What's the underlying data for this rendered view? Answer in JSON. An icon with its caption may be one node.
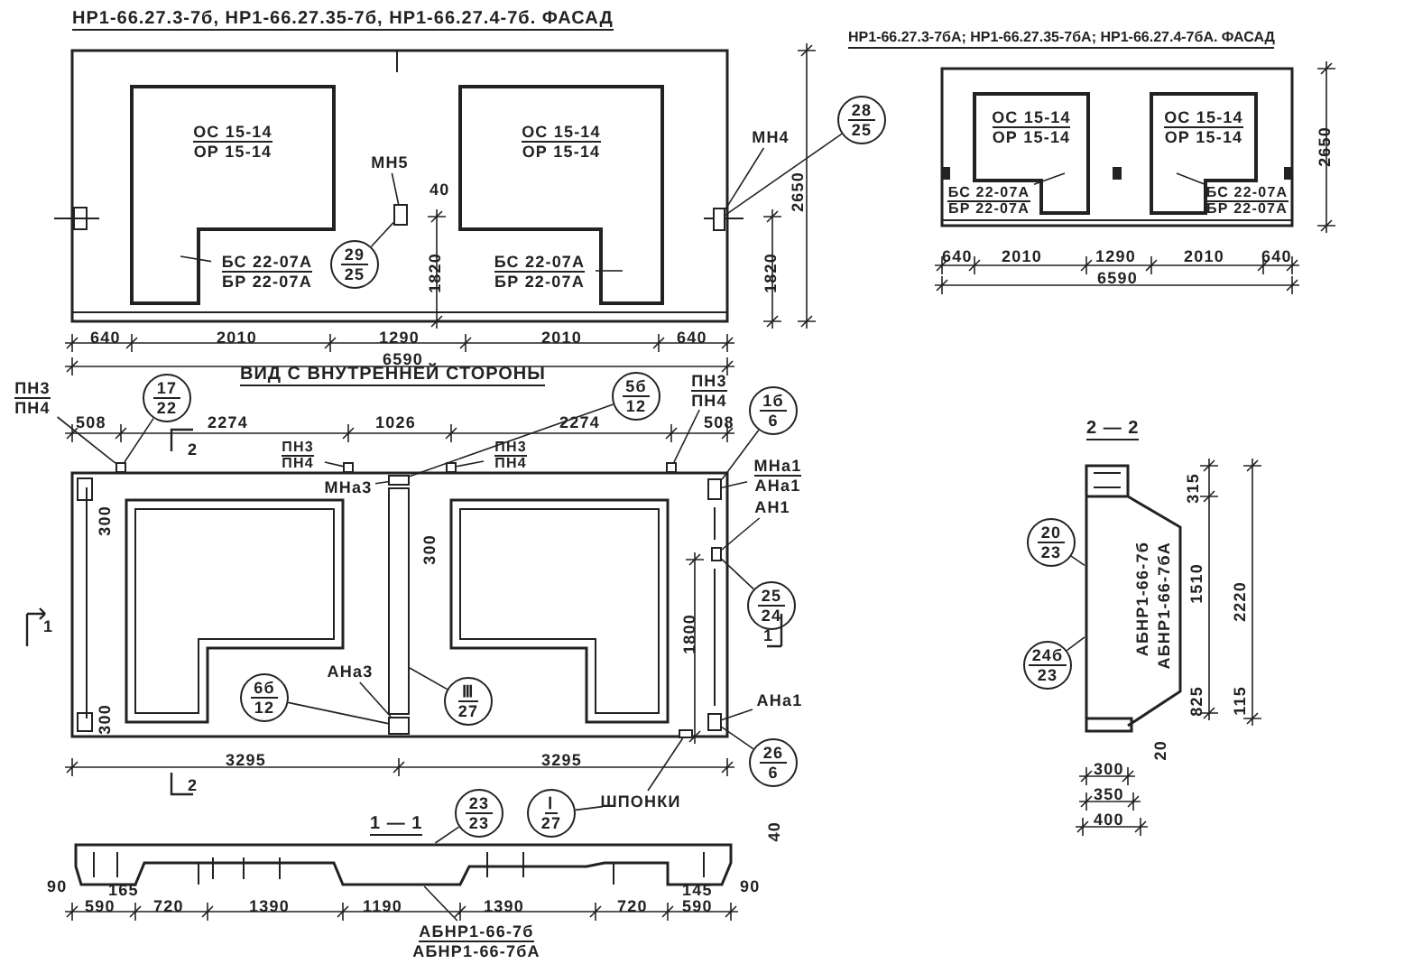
{
  "diagram": {
    "nodes": [
      {
        "text": [
          "ОС 15-14",
          "ОР 15-14"
        ]
      },
      {
        "text": [
          "ОС 15-14",
          "ОР 15-14"
        ]
      },
      {
        "text": [
          "БС 22-07А",
          "БР 22-07А"
        ]
      },
      {
        "text": [
          "БС 22-07А",
          "БР 22-07А"
        ]
      },
      {
        "text": [
          "МН5"
        ]
      },
      {
        "text": [
          "29",
          "25"
        ]
      },
      {
        "text": [
          "МН4"
        ]
      },
      {
        "text": [
          "28",
          "25"
        ]
      },
      {
        "text": [
          "ОС 15-14",
          "ОР 15-14"
        ]
      },
      {
        "text": [
          "ОС 15-14",
          "ОР 15-14"
        ]
      },
      {
        "text": [
          "БС 22-07А",
          "БР 22-07А"
        ]
      },
      {
        "text": [
          "БС 22-07А",
          "БР 22-07А"
        ]
      },
      {
        "text": [
          "ПН3",
          "ПН4"
        ]
      },
      {
        "text": [
          "17",
          "22"
        ]
      },
      {
        "text": [
          "5б",
          "12"
        ]
      },
      {
        "text": [
          "ПН3",
          "ПН4"
        ]
      },
      {
        "text": [
          "1б",
          "6"
        ]
      },
      {
        "text": [
          "ПН3",
          "ПН4"
        ]
      },
      {
        "text": [
          "ПН3",
          "ПН4"
        ]
      },
      {
        "text": [
          "МНа3"
        ]
      },
      {
        "text": [
          "МНа1",
          "АНа1"
        ]
      },
      {
        "text": [
          "АН1"
        ]
      },
      {
        "text": [
          "25",
          "24"
        ]
      },
      {
        "text": [
          "6б",
          "12"
        ]
      },
      {
        "text": [
          "АНа3"
        ]
      },
      {
        "text": [
          "Ⅲ",
          "27"
        ]
      },
      {
        "text": [
          "АНа1"
        ]
      },
      {
        "text": [
          "26",
          "6"
        ]
      },
      {
        "text": [
          "23",
          "23"
        ]
      },
      {
        "text": [
          "Ⅰ",
          "27"
        ]
      },
      {
        "text": [
          "ШПОНКИ"
        ]
      },
      {
        "text": [
          "АБНР1-66-7б",
          "АБНР1-66-7бА"
        ]
      },
      {
        "text": [
          "20",
          "23"
        ]
      },
      {
        "text": [
          "24б",
          "23"
        ]
      },
      {
        "text": [],
        "shape": "box"
      },
      {
        "text": [],
        "shape": "box"
      },
      {
        "text": [],
        "shape": "box"
      },
      {
        "text": [],
        "shape": "box"
      },
      {
        "text": [],
        "shape": "box"
      },
      {
        "text": [],
        "shape": "box"
      },
      {
        "text": [],
        "shape": "box"
      },
      {
        "text": [],
        "shape": "box"
      },
      {
        "text": [],
        "shape": "box"
      },
      {
        "text": [],
        "shape": "box"
      },
      {
        "text": [],
        "shape": "bar"
      },
      {
        "text": [],
        "shape": "box"
      },
      {
        "text": [],
        "shape": "bar"
      },
      {
        "text": [],
        "shape": "bar"
      },
      {
        "text": [],
        "shape": "box"
      }
    ],
    "edges": [
      {
        "from": 2,
        "to": 0,
        "arrow": "none"
      },
      {
        "from": 3,
        "to": 1,
        "arrow": "none"
      },
      {
        "from": 4,
        "to": 42,
        "arrow": "none"
      },
      {
        "from": 5,
        "to": 42,
        "arrow": "none"
      },
      {
        "from": 6,
        "to": 43,
        "arrow": "none"
      },
      {
        "from": 7,
        "to": 43,
        "arrow": "none"
      },
      {
        "from": 10,
        "to": 8,
        "arrow": "none"
      },
      {
        "from": 11,
        "to": 9,
        "arrow": "none"
      },
      {
        "from": 12,
        "to": 34,
        "arrow": "none"
      },
      {
        "from": 13,
        "to": 34,
        "arrow": "none"
      },
      {
        "from": 14,
        "to": 38,
        "arrow": "none"
      },
      {
        "from": 15,
        "to": 37,
        "arrow": "none"
      },
      {
        "from": 16,
        "to": 39,
        "arrow": "none"
      },
      {
        "from": 17,
        "to": 35,
        "arrow": "none"
      },
      {
        "from": 18,
        "to": 36,
        "arrow": "none"
      },
      {
        "from": 19,
        "to": 38,
        "arrow": "none"
      },
      {
        "from": 20,
        "to": 39,
        "arrow": "none"
      },
      {
        "from": 21,
        "to": 45,
        "arrow": "none"
      },
      {
        "from": 22,
        "to": 45,
        "arrow": "none"
      },
      {
        "from": 23,
        "to": 41,
        "arrow": "none"
      },
      {
        "from": 24,
        "to": 41,
        "arrow": "none"
      },
      {
        "from": 25,
        "to": 44,
        "arrow": "none"
      },
      {
        "from": 26,
        "to": 40,
        "arrow": "none"
      },
      {
        "from": 27,
        "to": 40,
        "arrow": "none"
      },
      {
        "from": 28,
        "to": 46,
        "arrow": "none"
      },
      {
        "from": 29,
        "to": 30,
        "arrow": "none"
      },
      {
        "from": 30,
        "to": 48,
        "arrow": "none"
      },
      {
        "from": 31,
        "to": 46,
        "arrow": "none"
      },
      {
        "from": 32,
        "to": 47,
        "arrow": "none"
      },
      {
        "from": 33,
        "to": 47,
        "arrow": "none"
      }
    ],
    "labels": [
      "НР1-66.27.3-7б, НР1-66.27.35-7б, НР1-66.27.4-7б. ФАСАД",
      "НР1-66.27.3-7бА; НР1-66.27.35-7бА; НР1-66.27.4-7бА. ФАСАД",
      "40",
      "2650",
      "1820",
      "1820",
      "2650",
      "640",
      "2010",
      "1290",
      "2010",
      "640",
      "6590",
      "640",
      "2010",
      "1290",
      "2010",
      "640",
      "6590",
      "ВИД С ВНУТРЕННЕЙ СТОРОНЫ",
      "508",
      "2274",
      "1026",
      "2274",
      "508",
      "2",
      "300",
      "1",
      "300",
      "1800",
      "1",
      "300",
      "3295",
      "3295",
      "2",
      "2 — 2",
      "315",
      "АБНР1-66-7б",
      "АБНР1-66-7бА",
      "1510",
      "2220",
      "825",
      "115",
      "20",
      "300",
      "350",
      "1 — 1",
      "40",
      "400",
      "90",
      "165",
      "145",
      "90",
      "590",
      "720",
      "1390",
      "1190",
      "1390",
      "720",
      "590"
    ]
  }
}
